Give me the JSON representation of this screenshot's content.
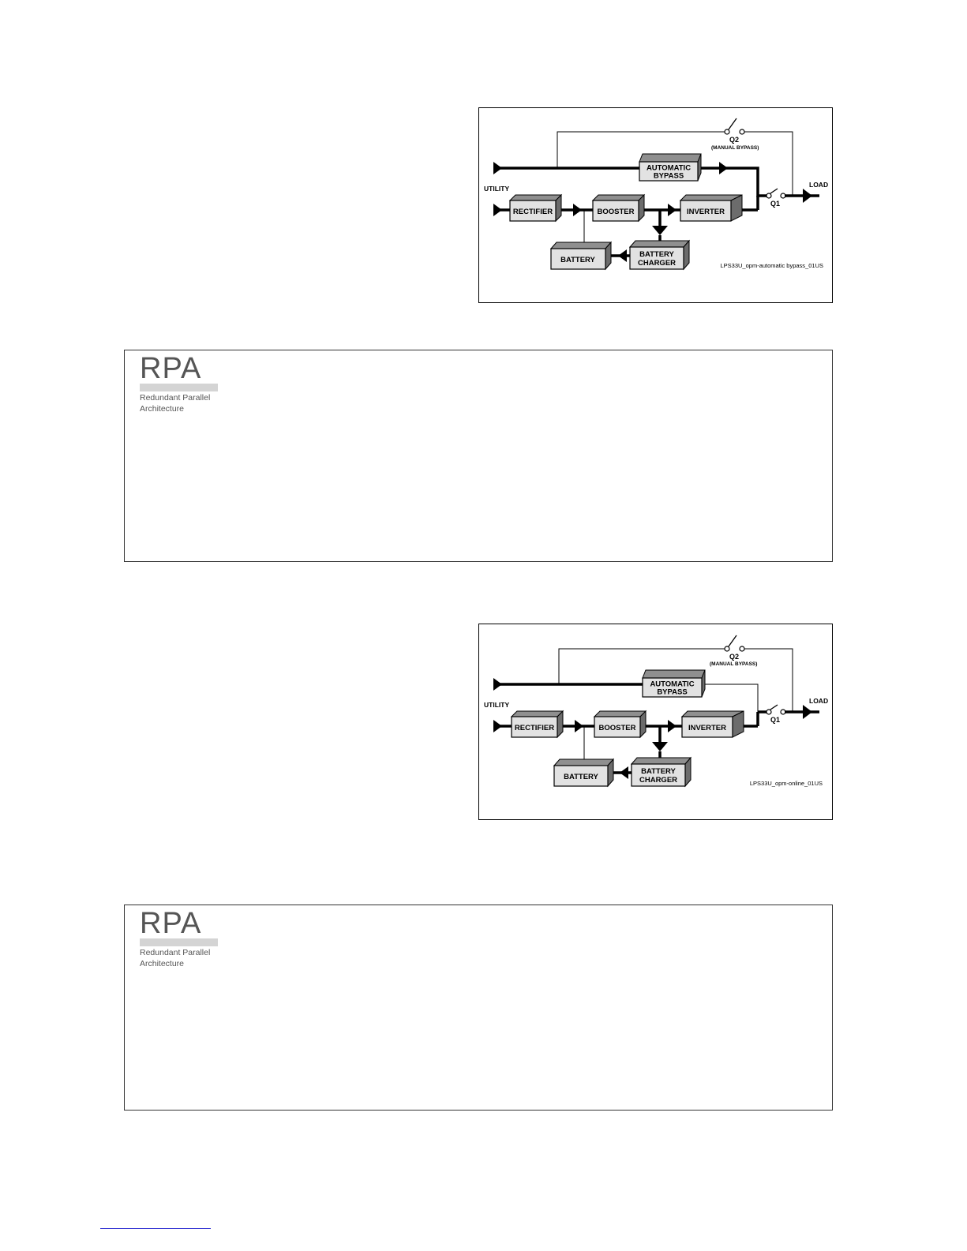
{
  "diagrams": [
    {
      "id": "automatic-bypass",
      "labels": {
        "q2": "Q2",
        "manual_bypass": "(MANUAL BYPASS)",
        "automatic_bypass_1": "AUTOMATIC",
        "automatic_bypass_2": "BYPASS",
        "utility": "UTILITY",
        "load": "LOAD",
        "q1": "Q1",
        "rectifier": "RECTIFIER",
        "booster": "BOOSTER",
        "inverter": "INVERTER",
        "battery": "BATTERY",
        "battery_charger_1": "BATTERY",
        "battery_charger_2": "CHARGER",
        "code": "LPS33U_opm-automatic bypass_01US"
      }
    },
    {
      "id": "online",
      "labels": {
        "q2": "Q2",
        "manual_bypass": "(MANUAL BYPASS)",
        "automatic_bypass_1": "AUTOMATIC",
        "automatic_bypass_2": "BYPASS",
        "utility": "UTILITY",
        "load": "LOAD",
        "q1": "Q1",
        "rectifier": "RECTIFIER",
        "booster": "BOOSTER",
        "inverter": "INVERTER",
        "battery": "BATTERY",
        "battery_charger_1": "BATTERY",
        "battery_charger_2": "CHARGER",
        "code": "LPS33U_opm-online_01US"
      }
    }
  ],
  "rpa_panels": [
    {
      "logo": "RPA",
      "line1": "Redundant Parallel",
      "line2": "Architecture"
    },
    {
      "logo": "RPA",
      "line1": "Redundant Parallel",
      "line2": "Architecture"
    }
  ],
  "colors": {
    "box_face": "#e2e2e2",
    "box_shade": "#8f8f8f",
    "rpa_text": "#555555",
    "rpa_bar": "#d4d4d4",
    "link": "#3b3bd4"
  }
}
